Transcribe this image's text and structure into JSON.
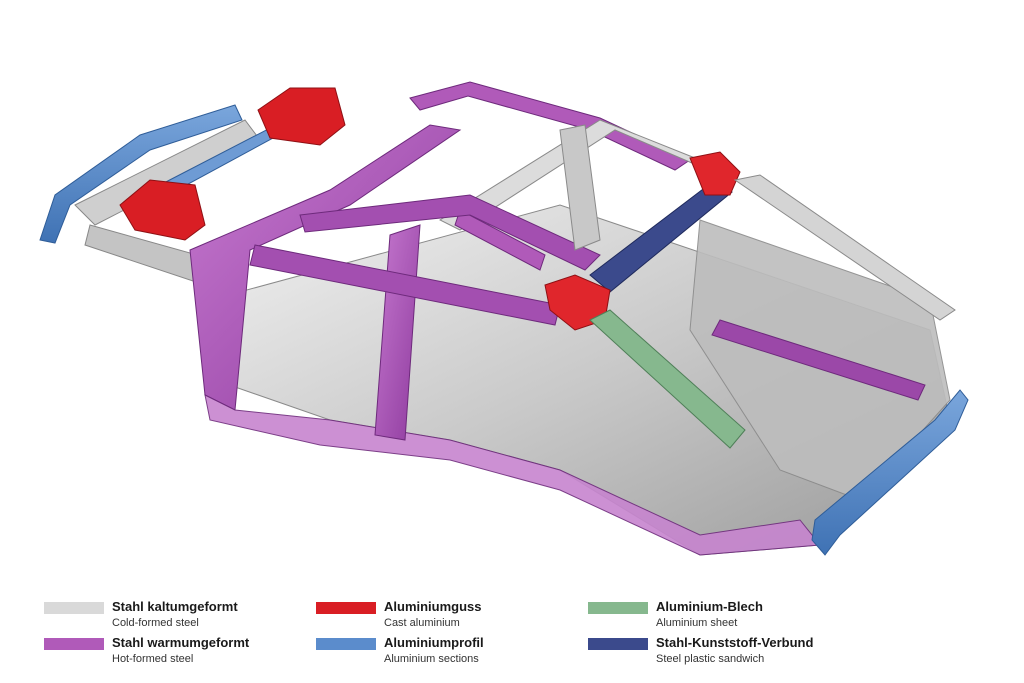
{
  "colors": {
    "cold_formed_steel": "#d9d9d9",
    "hot_formed_steel": "#b05ab9",
    "cast_aluminium": "#d91e24",
    "aluminium_sections": "#5b8ccc",
    "aluminium_sheet": "#86b88e",
    "steel_plastic_sandwich": "#3b4a8c"
  },
  "legend": {
    "items": [
      {
        "name_de": "Stahl kaltumgeformt",
        "name_en": "Cold-formed steel",
        "color": "#d9d9d9"
      },
      {
        "name_de": "Stahl warmumgeformt",
        "name_en": "Hot-formed steel",
        "color": "#b05ab9"
      },
      {
        "name_de": "Aluminiumguss",
        "name_en": "Cast aluminium",
        "color": "#d91e24"
      },
      {
        "name_de": "Aluminiumprofil",
        "name_en": "Aluminium sections",
        "color": "#5b8ccc"
      },
      {
        "name_de": "Aluminium-Blech",
        "name_en": "Aluminium sheet",
        "color": "#86b88e"
      },
      {
        "name_de": "Stahl-Kunststoff-Verbund",
        "name_en": "Steel plastic sandwich",
        "color": "#3b4a8c"
      }
    ]
  }
}
